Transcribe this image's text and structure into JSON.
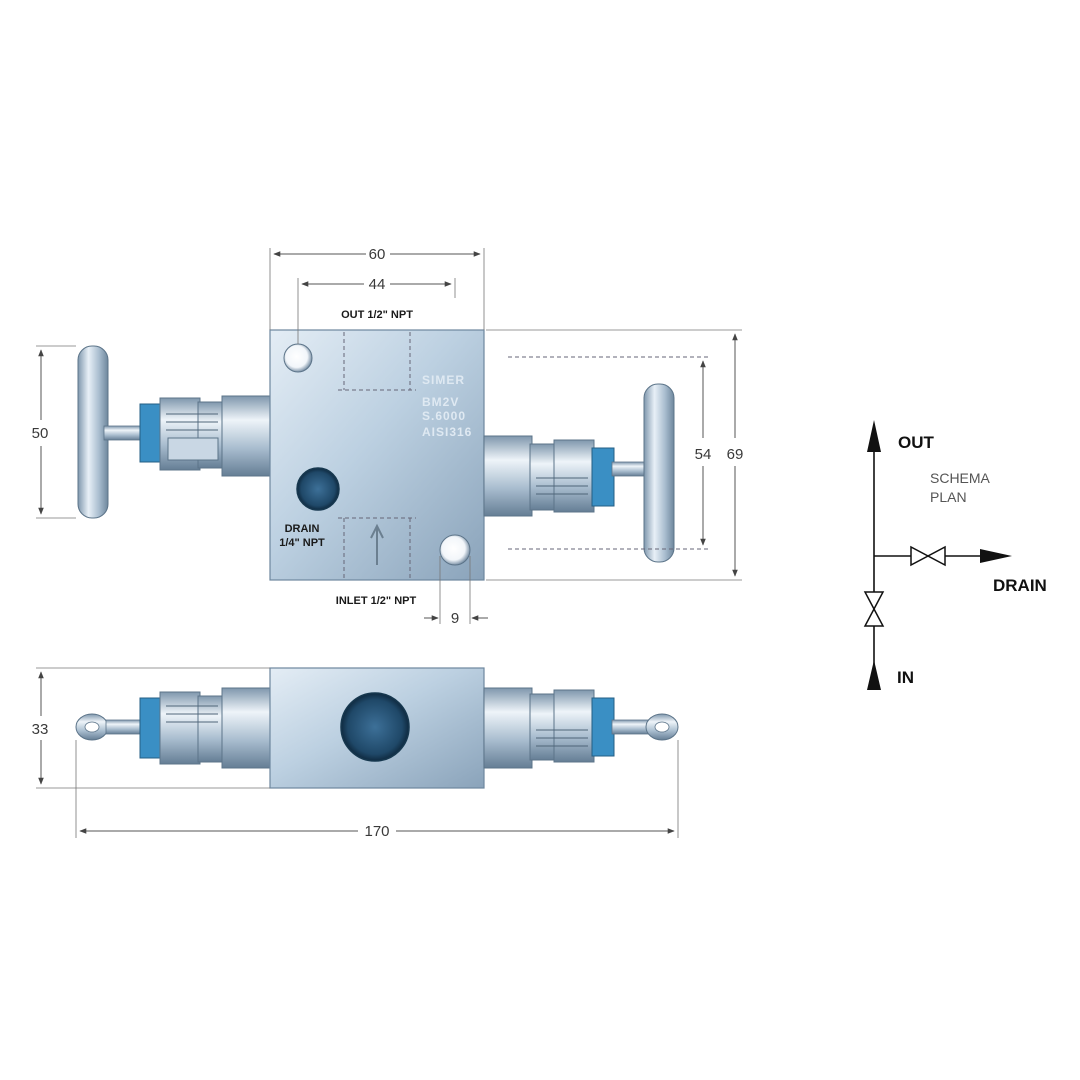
{
  "dimensions": {
    "width_overall": "60",
    "width_holes": "44",
    "height_handle": "50",
    "height_ports": "54",
    "height_body": "69",
    "hole_offset": "9",
    "depth": "33",
    "length_overall": "170"
  },
  "ports": {
    "out": "OUT 1/2\" NPT",
    "drain_line1": "DRAIN",
    "drain_line2": "1/4\" NPT",
    "inlet": "INLET 1/2\" NPT"
  },
  "body_marking": {
    "brand": "SIMER",
    "model": "BM2V",
    "series": "S.6000",
    "material": "AISI316"
  },
  "schema": {
    "out": "OUT",
    "title_line1": "SCHEMA",
    "title_line2": "PLAN",
    "drain": "DRAIN",
    "in": "IN"
  },
  "colors": {
    "steel_light": "#d7e3ee",
    "steel_dark": "#8fa6bb",
    "accent_blue": "#3a8fc4",
    "bore": "#2c5d82"
  }
}
